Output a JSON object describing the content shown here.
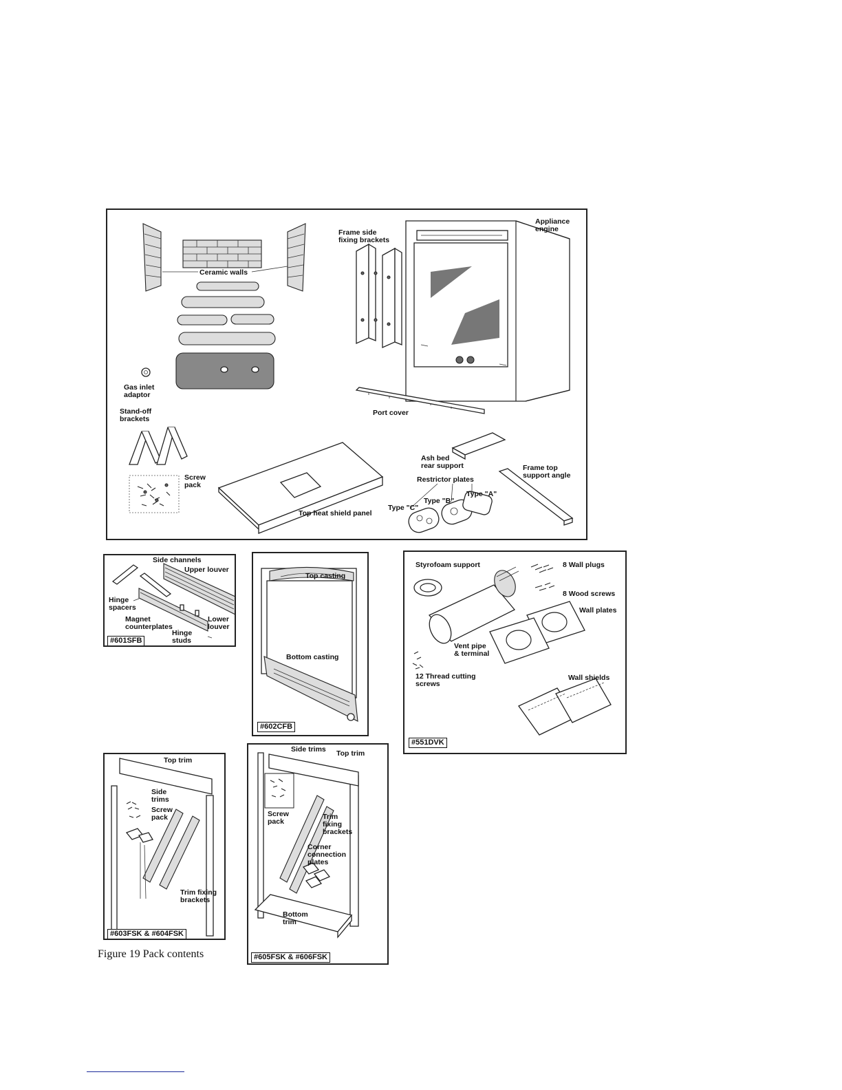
{
  "figure": {
    "caption": "Figure 19 Pack contents"
  },
  "main": {
    "labels": {
      "appliance_engine": "Appliance\nengine",
      "frame_side_brackets": "Frame side\nfixing brackets",
      "ceramic_walls": "Ceramic walls",
      "gas_inlet": "Gas inlet\nadaptor",
      "port_cover": "Port cover",
      "standoff": "Stand-off\nbrackets",
      "screw_pack": "Screw\npack",
      "ash_bed": "Ash bed\nrear support",
      "frame_top": "Frame top\nsupport angle",
      "restrictor": "Restrictor plates",
      "type_a": "Type \"A\"",
      "type_b": "Type \"B\"",
      "type_c": "Type \"C\"",
      "top_heat_shield": "Top heat shield panel"
    }
  },
  "sfb": {
    "code": "#601SFB",
    "labels": {
      "side_channels": "Side channels",
      "upper_louver": "Upper louver",
      "hinge_spacers": "Hinge\nspacers",
      "magnet": "Magnet\ncounterplates",
      "lower_louver": "Lower\nlouver",
      "hinge_studs": "Hinge\nstuds"
    }
  },
  "cfb": {
    "code": "#602CFB",
    "labels": {
      "top_casting": "Top casting",
      "bottom_casting": "Bottom casting"
    }
  },
  "dvk": {
    "code": "#551DVK",
    "labels": {
      "styrofoam": "Styrofoam support",
      "wall_plugs": "8 Wall plugs",
      "wood_screws": "8 Wood screws",
      "wall_plates": "Wall plates",
      "vent_pipe": "Vent pipe\n& terminal",
      "thread_screws": "12 Thread cutting\nscrews",
      "wall_shields": "Wall shields"
    }
  },
  "fsk34": {
    "code": "#603FSK & #604FSK",
    "labels": {
      "top_trim": "Top trim",
      "side_trims": "Side\ntrims",
      "screw_pack": "Screw\npack",
      "trim_brackets": "Trim fixing\nbrackets"
    }
  },
  "fsk56": {
    "code": "#605FSK & #606FSK",
    "labels": {
      "side_trims": "Side trims",
      "top_trim": "Top trim",
      "screw_pack": "Screw\npack",
      "trim_brackets": "Trim\nfixing\nbrackets",
      "corner_plates": "Corner\nconnection\nplates",
      "bottom_trim": "Bottom\ntrim"
    }
  }
}
